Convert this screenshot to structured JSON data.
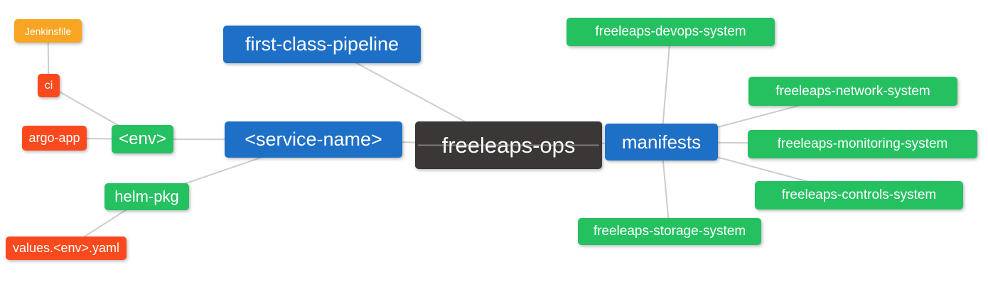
{
  "diagram": {
    "type": "mindmap",
    "background": "#ffffff",
    "edge_color": "#cccccc",
    "colors": {
      "blue": "#1e6fc6",
      "green": "#25c161",
      "orange": "#f8a523",
      "red": "#fa4a1d",
      "dark": "#3b3737",
      "node_text": "#ffffff"
    },
    "nodes": {
      "jenkinsfile": {
        "label": "Jenkinsfile",
        "color": "#f8a523"
      },
      "ci": {
        "label": "ci",
        "color": "#fa4a1d"
      },
      "argo_app": {
        "label": "argo-app",
        "color": "#fa4a1d"
      },
      "env": {
        "label": "<env>",
        "color": "#25c161"
      },
      "helm_pkg": {
        "label": "helm-pkg",
        "color": "#25c161"
      },
      "values_env_yaml": {
        "label": "values.<env>.yaml",
        "color": "#fa4a1d"
      },
      "first_class_pipeline": {
        "label": "first-class-pipeline",
        "color": "#1e6fc6"
      },
      "service_name": {
        "label": "<service-name>",
        "color": "#1e6fc6"
      },
      "freeleaps_ops": {
        "label": "freeleaps-ops",
        "color": "#3b3737"
      },
      "manifests": {
        "label": "manifests",
        "color": "#1e6fc6"
      },
      "devops_system": {
        "label": "freeleaps-devops-system",
        "color": "#25c161"
      },
      "network_system": {
        "label": "freeleaps-network-system",
        "color": "#25c161"
      },
      "monitoring_system": {
        "label": "freeleaps-monitoring-system",
        "color": "#25c161"
      },
      "controls_system": {
        "label": "freeleaps-controls-system",
        "color": "#25c161"
      },
      "storage_system": {
        "label": "freeleaps-storage-system",
        "color": "#25c161"
      }
    },
    "edges": [
      [
        "jenkinsfile",
        "ci"
      ],
      [
        "ci",
        "env"
      ],
      [
        "argo_app",
        "env"
      ],
      [
        "env",
        "service_name"
      ],
      [
        "helm_pkg",
        "service_name"
      ],
      [
        "values_env_yaml",
        "helm_pkg"
      ],
      [
        "service_name",
        "freeleaps_ops"
      ],
      [
        "first_class_pipeline",
        "freeleaps_ops"
      ],
      [
        "freeleaps_ops",
        "manifests"
      ],
      [
        "manifests",
        "devops_system"
      ],
      [
        "manifests",
        "network_system"
      ],
      [
        "manifests",
        "monitoring_system"
      ],
      [
        "manifests",
        "controls_system"
      ],
      [
        "manifests",
        "storage_system"
      ]
    ]
  }
}
